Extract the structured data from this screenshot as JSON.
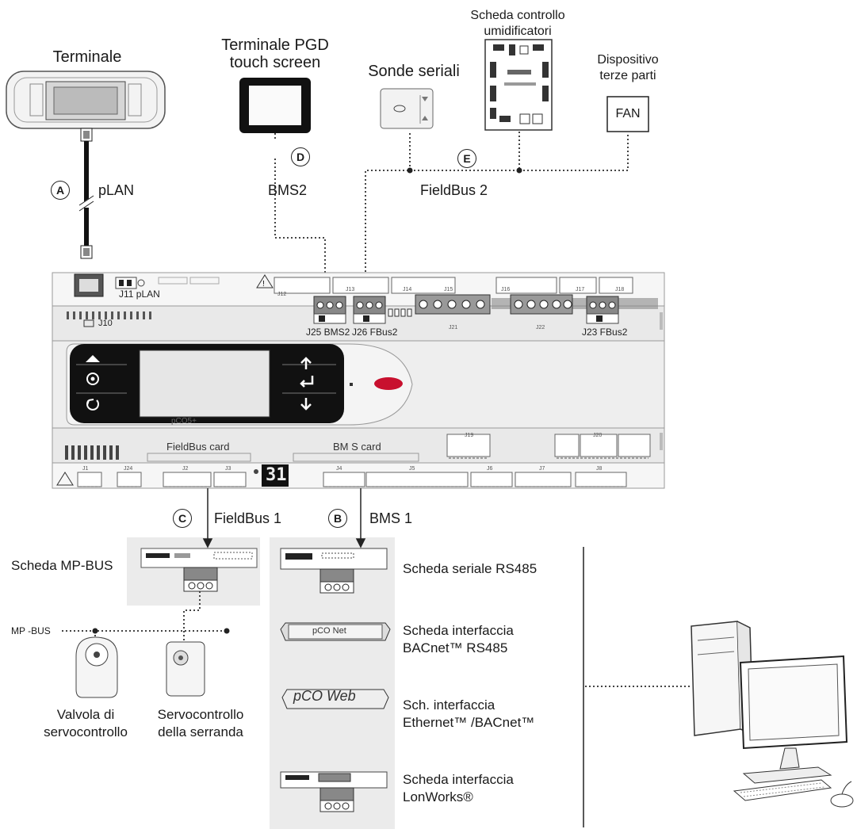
{
  "devices": {
    "terminal": "Terminale",
    "pgd_line1": "Terminale PGD",
    "pgd_line2": "touch screen",
    "serial_probes": "Sonde seriali",
    "humidifier_line1": "Scheda controllo",
    "humidifier_line2": "umidificatori",
    "third_party_line1": "Dispositivo",
    "third_party_line2": "terze parti",
    "fan": "FAN"
  },
  "connections": {
    "A": {
      "letter": "A",
      "label": "pLAN"
    },
    "B": {
      "letter": "B",
      "label": "BMS 1"
    },
    "C": {
      "letter": "C",
      "label": "FieldBus 1"
    },
    "D": {
      "letter": "D",
      "label": "BMS2"
    },
    "E": {
      "letter": "E",
      "label": "FieldBus 2"
    }
  },
  "controller": {
    "j11": "J11 pLAN",
    "j10": "J10",
    "j25": "J25 BMS2",
    "j26": "J26 FBus2",
    "j23": "J23 FBus2",
    "fieldbus_card": "FieldBus card",
    "bms_card": "BM S card",
    "display_value": "31",
    "logo": "pCO5+",
    "connectors_top": [
      "J12",
      "J13",
      "J14",
      "J15",
      "J16",
      "J17",
      "J18"
    ],
    "connectors_mid": [
      "J21",
      "J22",
      "J19",
      "J20"
    ],
    "connectors_bottom": [
      "J1",
      "J24",
      "J2",
      "J3",
      "J4",
      "J5",
      "J6",
      "J7",
      "J8"
    ]
  },
  "fieldbus_devices": {
    "mp_bus_card": "Scheda MP-BUS",
    "mp_bus": "MP -BUS",
    "valve_line1": "Valvola di",
    "valve_line2": "servocontrollo",
    "damper_line1": "Servocontrollo",
    "damper_line2": "della serranda"
  },
  "bms_cards": {
    "rs485": "Scheda seriale RS485",
    "bacnet_line1": "Scheda interfaccia",
    "bacnet_line2": "BACnet™ RS485",
    "ethernet_line1": "Sch. interfaccia",
    "ethernet_line2": "Ethernet™ /BACnet™",
    "lon_line1": "Scheda interfaccia",
    "lon_line2": "LonWorks®",
    "bacnet_card_text": "pCO Net",
    "web_card_text": "pCO Web"
  }
}
